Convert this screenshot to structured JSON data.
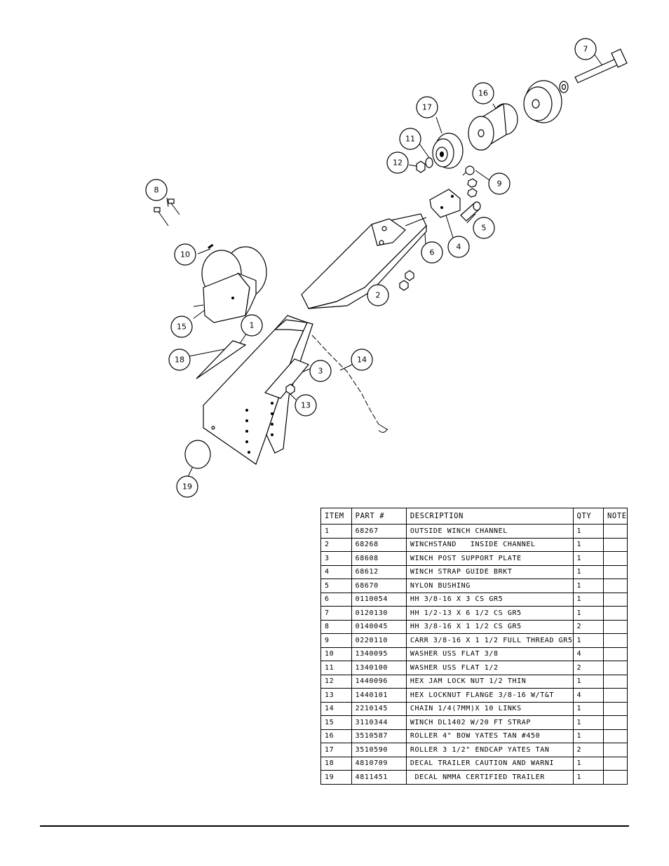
{
  "callouts": [
    "1",
    "2",
    "3",
    "4",
    "5",
    "6",
    "7",
    "8",
    "9",
    "10",
    "11",
    "12",
    "13",
    "14",
    "15",
    "16",
    "17",
    "18",
    "19"
  ],
  "bom": {
    "headers": [
      "ITEM",
      "PART #",
      "DESCRIPTION",
      "QTY",
      "NOTE"
    ],
    "rows": [
      [
        "1",
        "68267",
        "OUTSIDE WINCH CHANNEL",
        "1",
        ""
      ],
      [
        "2",
        "68268",
        "WINCHSTAND   INSIDE CHANNEL",
        "1",
        ""
      ],
      [
        "3",
        "68608",
        "WINCH POST SUPPORT PLATE",
        "1",
        ""
      ],
      [
        "4",
        "68612",
        "WINCH STRAP GUIDE BRKT",
        "1",
        ""
      ],
      [
        "5",
        "68670",
        "NYLON BUSHING",
        "1",
        ""
      ],
      [
        "6",
        "0110054",
        "HH 3/8-16 X 3 CS GR5",
        "1",
        ""
      ],
      [
        "7",
        "0120130",
        "HH 1/2-13 X 6 1/2 CS GR5",
        "1",
        ""
      ],
      [
        "8",
        "0140045",
        "HH 3/8-16 X 1 1/2 CS GR5",
        "2",
        ""
      ],
      [
        "9",
        "0220110",
        "CARR 3/8-16 X 1 1/2 FULL THREAD GR5",
        "1",
        ""
      ],
      [
        "10",
        "1340095",
        "WASHER USS FLAT 3/8",
        "4",
        ""
      ],
      [
        "11",
        "1340100",
        "WASHER USS FLAT 1/2",
        "2",
        ""
      ],
      [
        "12",
        "1440096",
        "HEX JAM LOCK NUT 1/2 THIN",
        "1",
        ""
      ],
      [
        "13",
        "1440101",
        "HEX LOCKNUT FLANGE 3/8-16 W/T&T",
        "4",
        ""
      ],
      [
        "14",
        "2210145",
        "CHAIN 1/4(7MM)X 10 LINKS",
        "1",
        ""
      ],
      [
        "15",
        "3110344",
        "WINCH DL1402 W/20 FT STRAP",
        "1",
        ""
      ],
      [
        "16",
        "3510587",
        "ROLLER 4\" BOW YATES TAN #450",
        "1",
        ""
      ],
      [
        "17",
        "3510590",
        "ROLLER 3 1/2\" ENDCAP YATES TAN",
        "2",
        ""
      ],
      [
        "18",
        "4810709",
        "DECAL TRAILER CAUTION AND WARNI",
        "1",
        ""
      ],
      [
        "19",
        "4811451",
        " DECAL NMMA CERTIFIED TRAILER",
        "1",
        ""
      ]
    ]
  }
}
